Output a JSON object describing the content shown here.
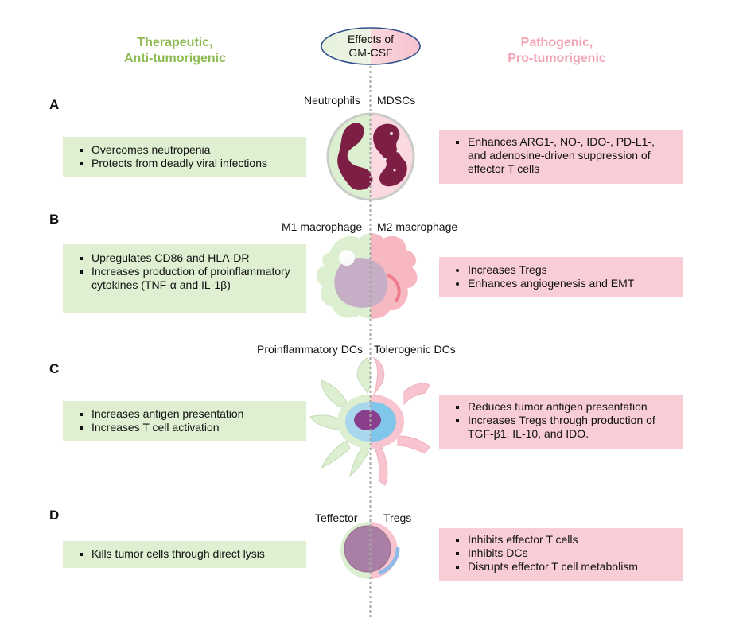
{
  "center": {
    "title_line1": "Effects of",
    "title_line2": "GM-CSF"
  },
  "columns": {
    "left": {
      "line1": "Therapeutic,",
      "line2": "Anti-tumorigenic"
    },
    "right": {
      "line1": "Pathogenic,",
      "line2": "Pro-tumorigenic"
    }
  },
  "colors": {
    "green_box": "#dff0d2",
    "pink_box": "#f8cdd6",
    "green_text": "#8dbb52",
    "pink_text": "#f2a3b4"
  },
  "sections": [
    {
      "letter": "A",
      "left_label": "Neutrophils",
      "right_label": "MDSCs",
      "left_items": [
        "Overcomes neutropenia",
        "Protects from deadly viral infections"
      ],
      "right_items": [
        "Enhances ARG1-, NO-, IDO-, PD-L1-, and adenosine-driven suppression of effector T cells"
      ]
    },
    {
      "letter": "B",
      "left_label": "M1 macrophage",
      "right_label": "M2 macrophage",
      "left_items": [
        "Upregulates CD86 and HLA-DR",
        "Increases production of proinflammatory cytokines (TNF-α and IL-1β)"
      ],
      "right_items": [
        "Increases Tregs",
        "Enhances angiogenesis and EMT"
      ]
    },
    {
      "letter": "C",
      "left_label": "Proinflammatory DCs",
      "right_label": "Tolerogenic DCs",
      "left_items": [
        "Increases antigen presentation",
        "Increases T cell activation"
      ],
      "right_items": [
        "Reduces tumor antigen presentation",
        "Increases Tregs through production of TGF-β1, IL-10, and IDO."
      ]
    },
    {
      "letter": "D",
      "left_label": "Teffector",
      "right_label": "Tregs",
      "left_items": [
        "Kills tumor cells through direct lysis"
      ],
      "right_items": [
        "Inhibits effector T cells",
        "Inhibits DCs",
        "Disrupts effector T cell metabolism"
      ]
    }
  ]
}
